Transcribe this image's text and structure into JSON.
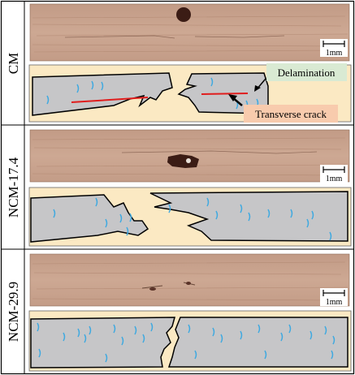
{
  "rows": [
    {
      "label": "CM",
      "scale_label": "1mm"
    },
    {
      "label": "NCM-17.4",
      "scale_label": "1mm"
    },
    {
      "label": "NCM-29.9",
      "scale_label": "1mm"
    }
  ],
  "annotations": {
    "delamination": "Delamination",
    "transverse_crack": "Transverse crack"
  },
  "colors": {
    "photo_bg": "#c9a48e",
    "schematic_bg": "#fbe9c3",
    "specimen_fill": "#c6c6c8",
    "fiber_ticks": "#3fa9e0",
    "delamination_line": "#e01d1d",
    "delamination_box": "#d9ead3",
    "transverse_box": "#f8cbad"
  }
}
